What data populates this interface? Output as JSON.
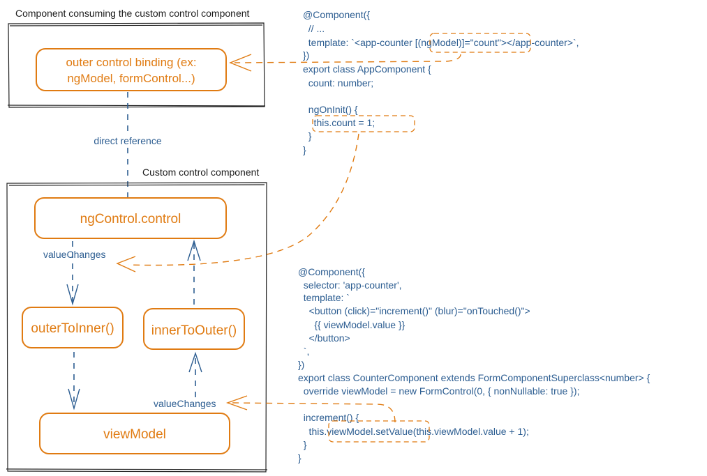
{
  "outer_caption": "Component consuming the custom control component",
  "inner_caption": "Custom control component",
  "nodes": {
    "outer_binding": [
      "outer control binding (ex:",
      "ngModel, formControl...)"
    ],
    "ng_control": "ngControl.control",
    "outer_to_inner": "outerToInner()",
    "inner_to_outer": "innerToOuter()",
    "view_model": "viewModel"
  },
  "edge_labels": {
    "direct_reference": "direct reference",
    "value_changes_top": "valueChanges",
    "value_changes_bottom": "valueChanges"
  },
  "code_app": [
    "@Component({",
    "  // ...",
    "  template: `<app-counter [(ngModel)]=\"count\"></app-counter>`,",
    "})",
    "export class AppComponent {",
    "  count: number;",
    "",
    "  ngOnInit() {",
    "    this.count = 1;",
    "  }",
    "}"
  ],
  "code_counter": [
    "@Component({",
    "  selector: 'app-counter',",
    "  template: `",
    "    <button (click)=\"increment()\" (blur)=\"onTouched()\">",
    "      {{ viewModel.value }}",
    "    </button>",
    "  `,",
    "})",
    "export class CounterComponent extends FormComponentSuperclass<number> {",
    "  override viewModel = new FormControl(0, { nonNullable: true });",
    "",
    "  increment() {",
    "    this.viewModel.setValue(this.viewModel.value + 1);",
    "  }",
    "}"
  ],
  "colors": {
    "accent_orange": "#e07b12",
    "text_blue": "#2c5d91",
    "box_border": "#222222"
  }
}
